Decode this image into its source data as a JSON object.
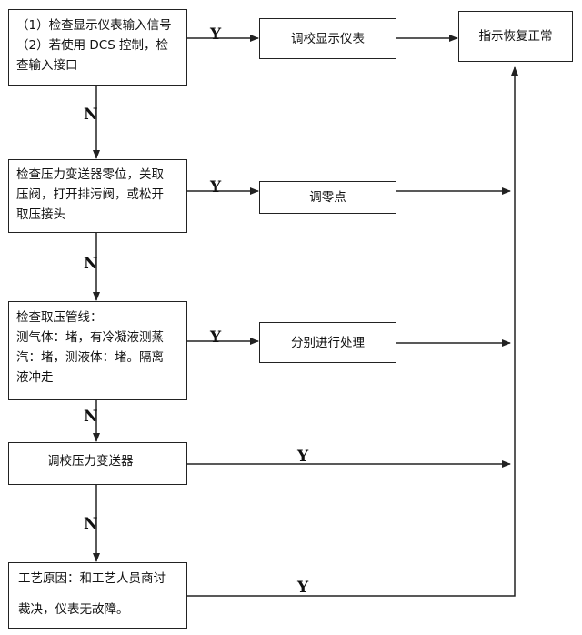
{
  "box1": {
    "lines": [
      "（1）检查显示仪表输入信号",
      "（2）若使用 DCS 控制，检",
      "查输入接口"
    ]
  },
  "box2": {
    "lines": [
      "检查压力变送器零位，关取",
      "压阀，打开排污阀，或松开",
      "取压接头"
    ]
  },
  "box3": {
    "lines": [
      "检查取压管线：",
      "测气体：堵，有冷凝液测蒸",
      "汽：堵，测液体：堵。隔离",
      "液冲走"
    ]
  },
  "box4": {
    "text": "调校压力变送器"
  },
  "box5": {
    "lines": [
      "工艺原因：和工艺人员商讨",
      "裁决，仪表无故障。"
    ]
  },
  "action1": "调校显示仪表",
  "action2": "调零点",
  "action3": "分别进行处理",
  "result": "指示恢复正常",
  "labels": {
    "yes": "Y",
    "no": "N"
  }
}
